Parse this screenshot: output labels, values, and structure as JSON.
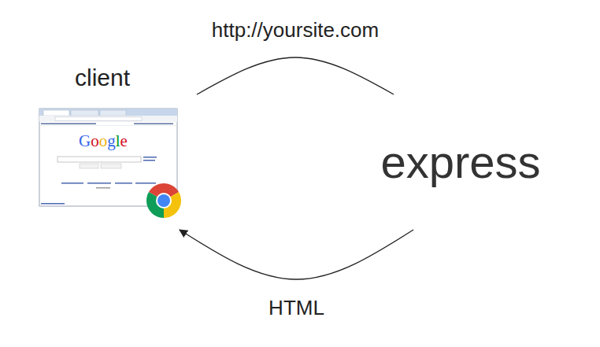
{
  "diagram": {
    "nodes": [
      {
        "text": [
          "client"
        ]
      },
      {
        "text": [
          "express"
        ]
      }
    ],
    "edges": [
      {
        "from": 0,
        "to": 1,
        "label": "http://yoursite.com",
        "arrow": "none"
      },
      {
        "from": 1,
        "to": 0,
        "label": "HTML",
        "arrow": "to"
      }
    ],
    "labels": [
      "Google"
    ]
  }
}
